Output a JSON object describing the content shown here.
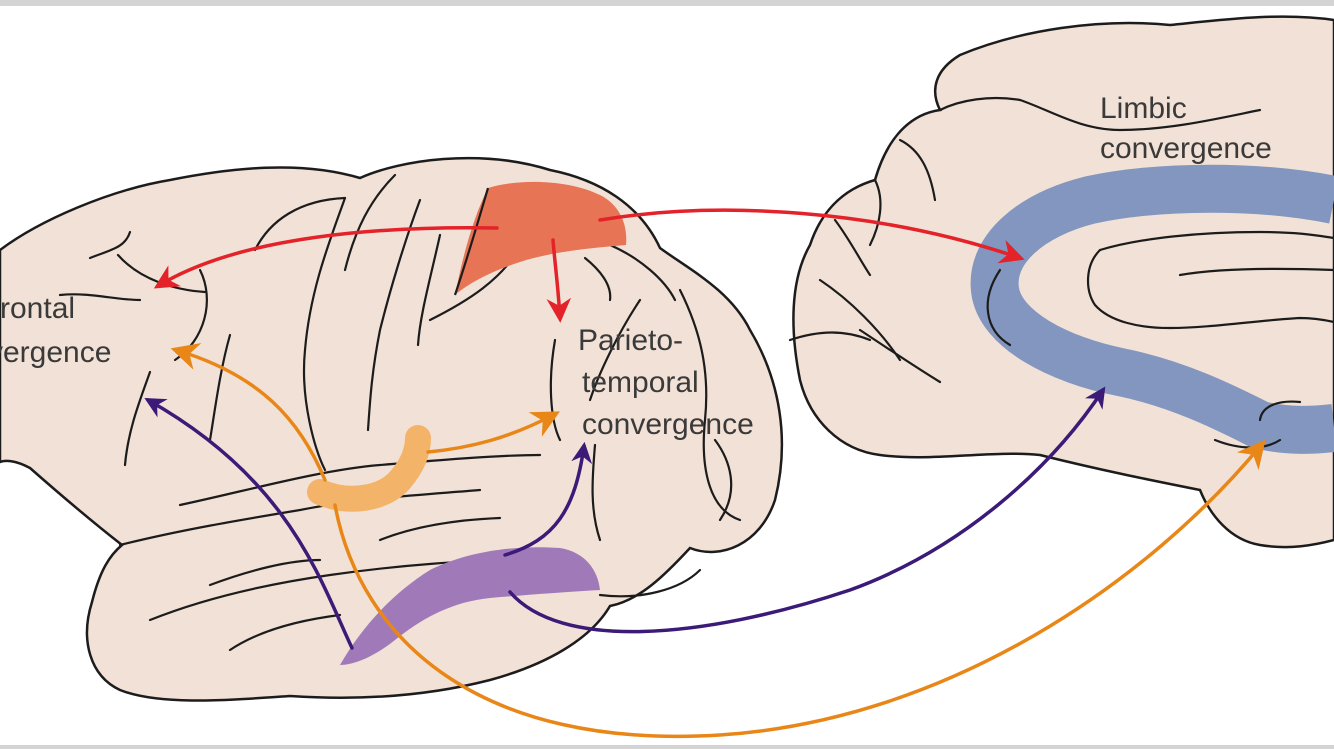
{
  "labels": {
    "frontal_line1": "rontal",
    "frontal_line2": "vergence",
    "parieto_line1": "Parieto-",
    "parieto_line2": "temporal",
    "parieto_line3": "convergence",
    "limbic_line1": "Limbic",
    "limbic_line2": "convergence"
  },
  "colors": {
    "brain_fill": "#f2e1d6",
    "outline": "#1c1c1c",
    "parietal_area": "#e87456",
    "auditory_area": "#f3b46a",
    "temporal_area": "#a07ab8",
    "limbic_band": "#8296bf",
    "red_arrow": "#e3222a",
    "orange_arrow": "#e88718",
    "purple_arrow": "#3b1a78"
  }
}
